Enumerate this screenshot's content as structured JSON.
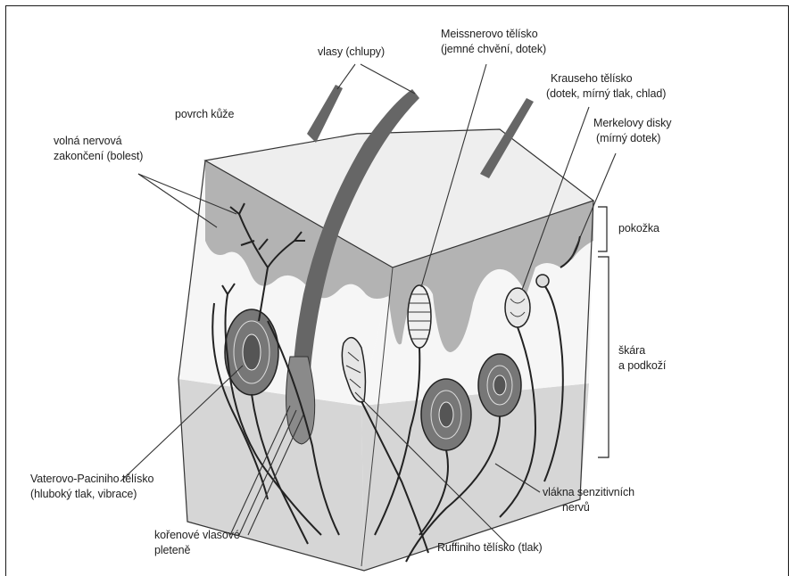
{
  "labels": {
    "hairs": "vlasy (chlupy)",
    "meissner_title": "Meissnerovo tělísko",
    "meissner_sub": "(jemné chvění, dotek)",
    "krause_title": "Krauseho tělísko",
    "krause_sub": "(dotek, mírný tlak, chlad)",
    "merkel_title": "Merkelovy disky",
    "merkel_sub": "(mírný dotek)",
    "skin_surface": "povrch kůže",
    "free_nerve_1": "volná nervová",
    "free_nerve_2": "zakončení (bolest)",
    "epidermis": "pokožka",
    "dermis_1": "škára",
    "dermis_2": "a podkoží",
    "pacini_1": "Vaterovo-Paciniho tělísko",
    "pacini_2": "(hluboký tlak, vibrace)",
    "root_plexus_1": "kořenové vlasové",
    "root_plexus_2": "pleteně",
    "ruffini": "Ruffiniho tělísko (tlak)",
    "sensory_fibers_1": "vlákna senzitivních",
    "sensory_fibers_2": "nervů"
  },
  "colors": {
    "ink": "#222222",
    "top_surface": "#eeeeee",
    "epidermis": "#b3b3b3",
    "dermis": "#f6f6f6",
    "hypodermis": "#d6d6d6",
    "hair": "#666666"
  }
}
